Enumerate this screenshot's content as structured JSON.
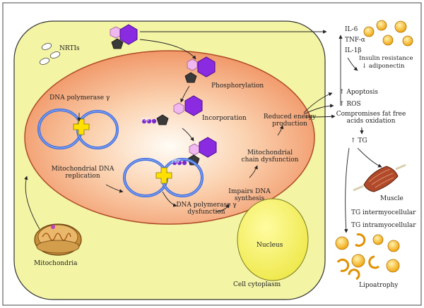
{
  "labels": {
    "nrtis": "NRTIs",
    "phosphorylation": "Phosphorylation",
    "incorporation": "Incorporation",
    "ppp_1": "PPP",
    "ppp_2": "PPP",
    "dna_pol_gamma": "DNA polymerase γ",
    "mtdna_replication_1": "Mitochondrial DNA",
    "mtdna_replication_2": "replication",
    "pol_dysfunction_1": "DNA polymerase γ",
    "pol_dysfunction_2": "dysfunction",
    "impairs_dna_1": "Impairs DNA",
    "impairs_dna_2": "synthesis",
    "chain_dysfunction_1": "Mitochondrial",
    "chain_dysfunction_2": "chain dysfunction",
    "reduced_energy_1": "Reduced energy",
    "reduced_energy_2": "production",
    "nucleus": "Nucleus",
    "mitochondria": "Mitochondria",
    "cell_cytoplasm": "Cell cytoplasm",
    "il6": "IL-6",
    "tnf": "TNF-α",
    "il1b": "IL-1β",
    "insulin_resistance": "Insulin resistance",
    "adiponectin": "↓ adiponectin",
    "apoptosis": "↑ Apoptosis",
    "ros": "↑ ROS",
    "fat_free_1": "Compromises fat free",
    "fat_free_2": "acids oxidation",
    "down_arrow": "↓",
    "tg": "↑ TG",
    "muscle": "Muscle",
    "tg_inter": "TG intermyocellular",
    "tg_intra": "TG intramyocellular",
    "lipoatrophy": "Lipoatrophy"
  },
  "colors": {
    "cytoplasm": "#f4f5a6",
    "nucleus_outer": "#f2a070",
    "nucleus_inner": "#fffaf4",
    "nucleus_body": "#f8f560",
    "dna": "#3f6fe0",
    "polymerase": "#ffe000",
    "hexagon": "#8a2be2",
    "hexagon_light": "#f0b8ee",
    "pentagon": "#3a3a3a",
    "fat": "#f2b010"
  }
}
